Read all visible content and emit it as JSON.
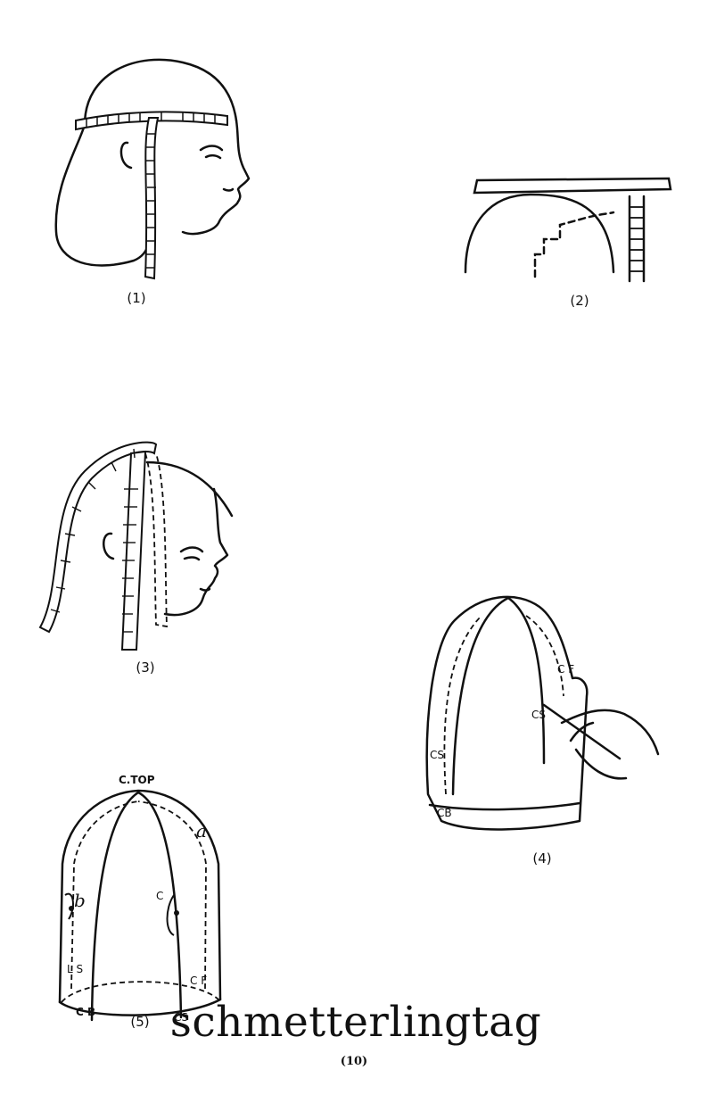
{
  "figures": [
    {
      "caption": "(1)"
    },
    {
      "caption": "(2)"
    },
    {
      "caption": "(3)"
    },
    {
      "caption": "(4)",
      "labels": {
        "cf": "C F",
        "cs1": "CS",
        "cs2": "CS",
        "cb": "CB"
      }
    },
    {
      "caption": "(5)",
      "labels": {
        "ctop": "C.TOP",
        "a": "a",
        "b": "b",
        "c": "C",
        "cf": "C F",
        "ls": "L S",
        "cb": "C B",
        "cs": "CS"
      }
    }
  ],
  "watermark": "schmetterlingtag",
  "page_number": "(10)"
}
